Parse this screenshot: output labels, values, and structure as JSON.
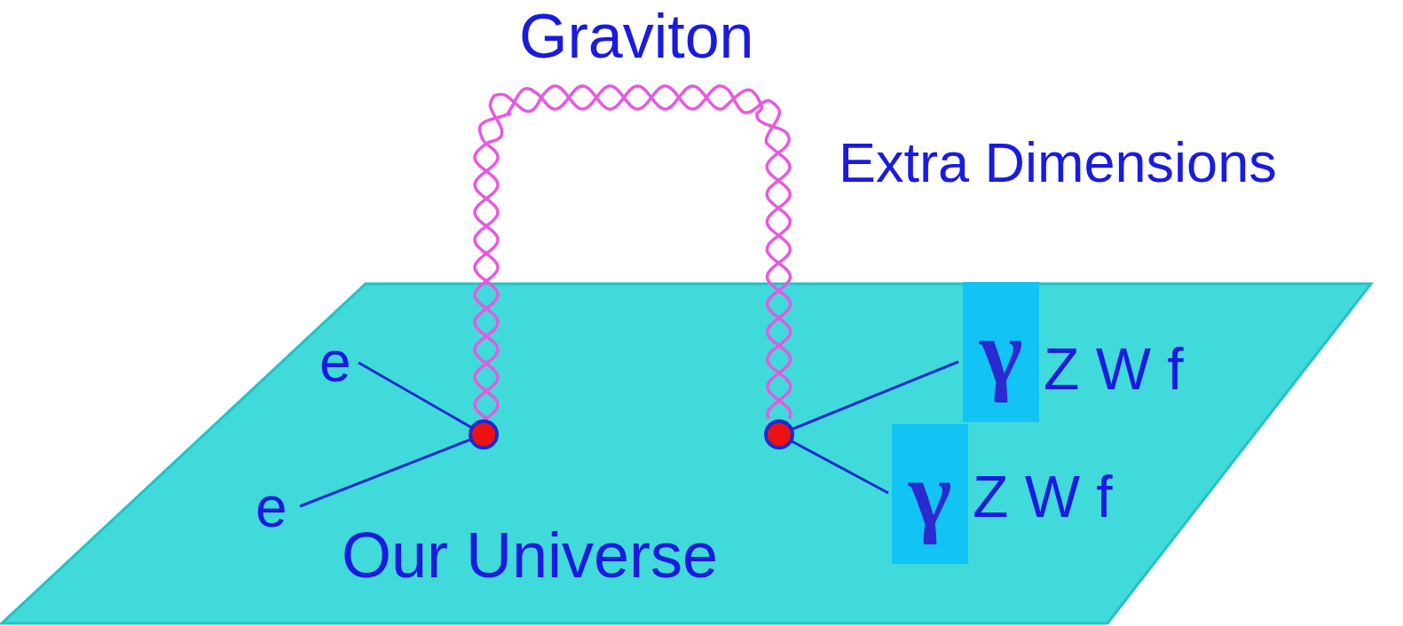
{
  "diagram": {
    "nodes": [
      {
        "text": [
          "γ"
        ]
      },
      {
        "text": [
          "γ"
        ]
      }
    ],
    "labels": [
      "Graviton",
      "Extra Dimensions",
      "e",
      "e",
      "Z W f",
      "Z W f",
      "Our Universe"
    ]
  }
}
